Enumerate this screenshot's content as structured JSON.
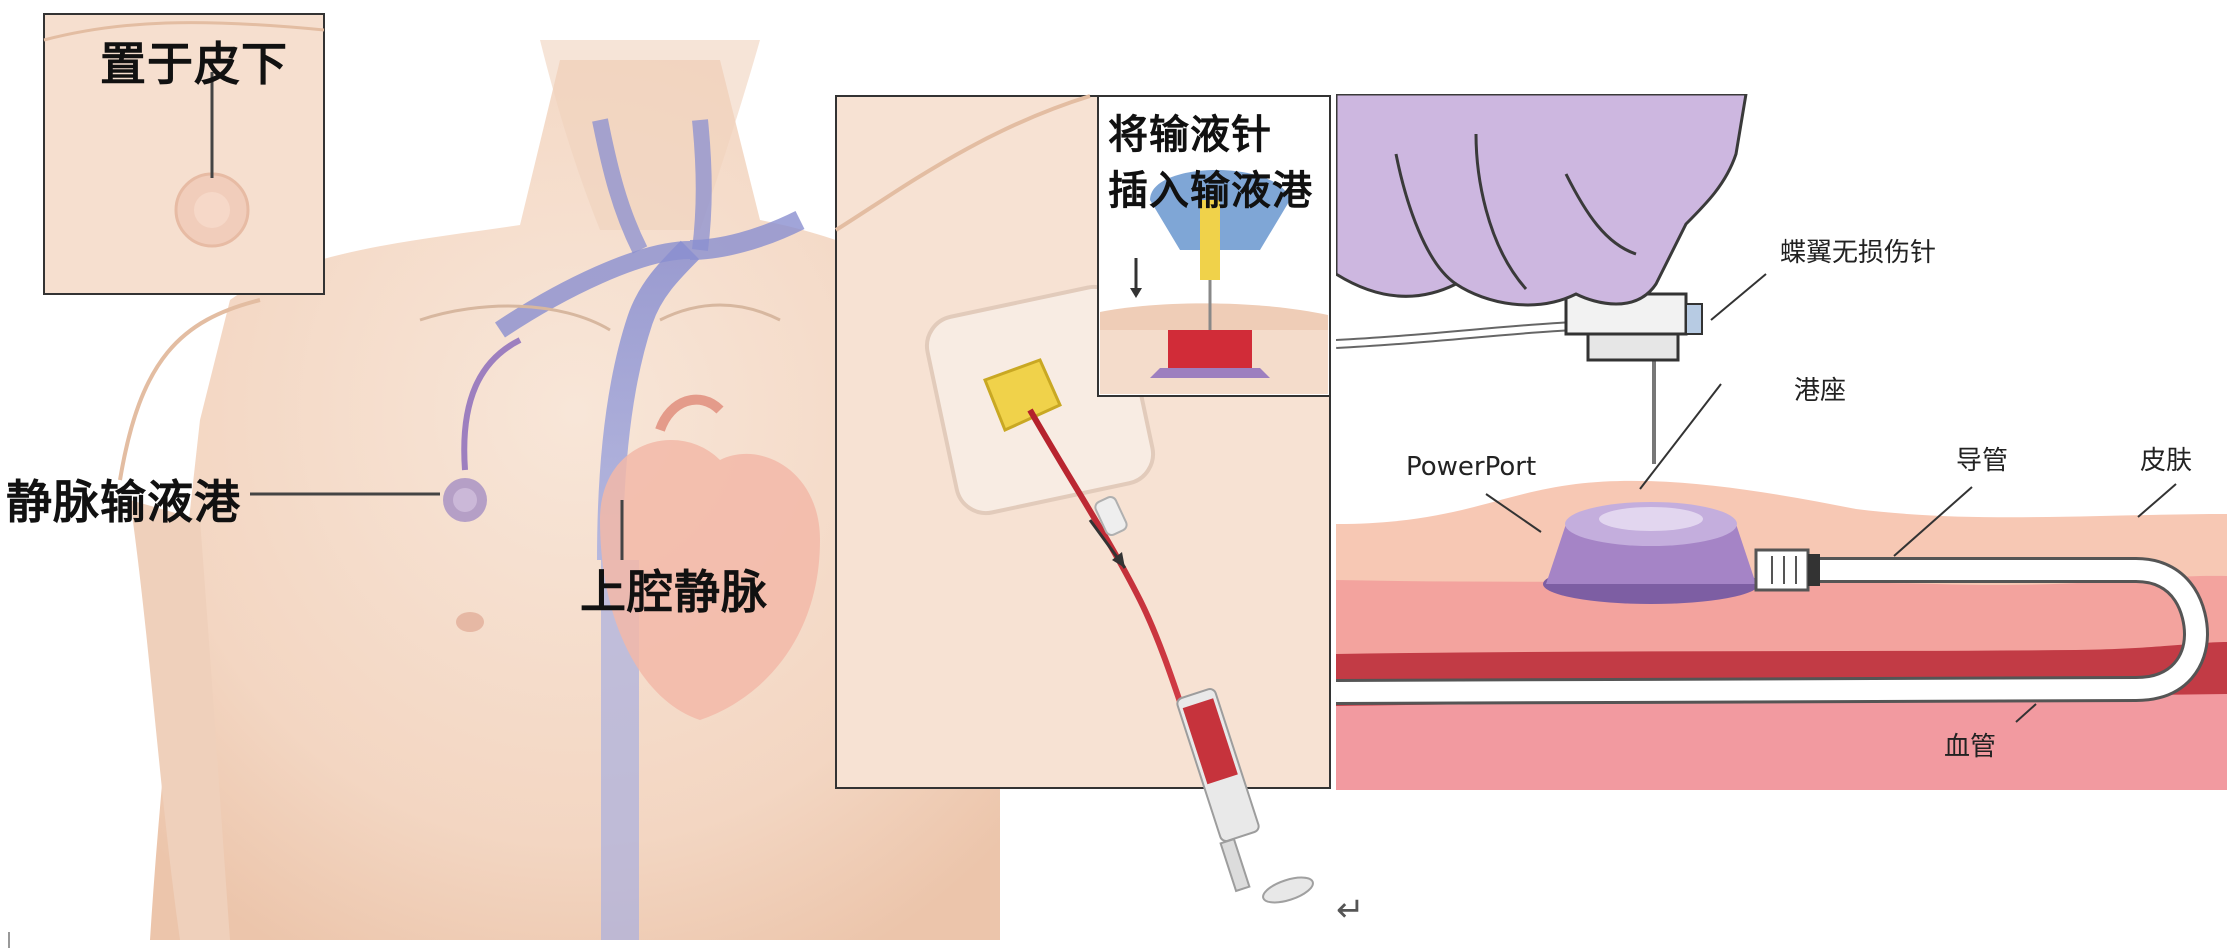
{
  "left_illustration": {
    "inset_label": "置于皮下",
    "port_label": "静脉输液港",
    "vein_label": "上腔静脉",
    "needle_inset_line1": "将输液针",
    "needle_inset_line2": "插入输液港"
  },
  "right_diagram": {
    "needle_label": "蝶翼无损伤针",
    "port_seat_label": "港座",
    "brand_label": "PowerPort",
    "catheter_label": "导管",
    "skin_label": "皮肤",
    "vessel_label": "血管"
  },
  "colors": {
    "skin": "#f3d9c6",
    "skin_shadow": "#e9c4ab",
    "vein_blue": "#7f87c8",
    "glove_purple": "#cdb7e0",
    "port_purple": "#9d7fbf",
    "tissue_pink": "#f4a39c",
    "vessel_red": "#c23b45",
    "needle_yellow": "#f0c63a"
  },
  "icons": {
    "return_mark": "↵"
  }
}
